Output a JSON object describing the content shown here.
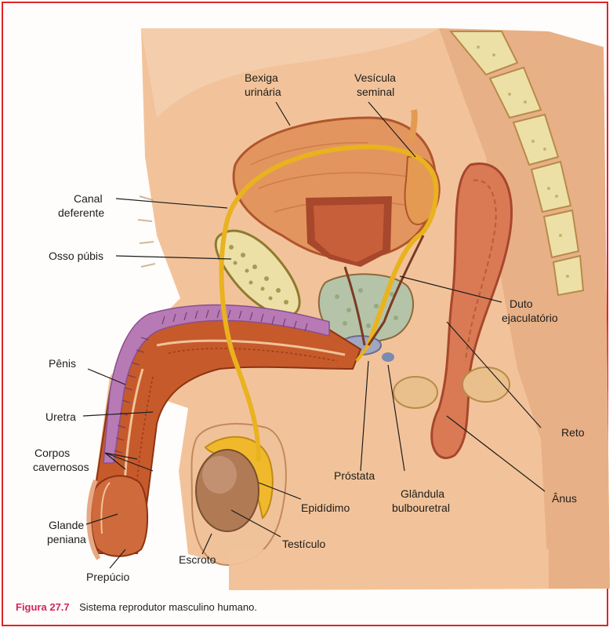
{
  "labels": {
    "bladder": [
      "Bexiga",
      "urinária"
    ],
    "seminal": [
      "Vesícula",
      "seminal"
    ],
    "vas": [
      "Canal",
      "deferente"
    ],
    "pubis": "Osso púbis",
    "ejac": [
      "Duto",
      "ejaculatório"
    ],
    "penis": "Pênis",
    "urethra": "Uretra",
    "cavernosa": [
      "Corpos",
      "cavernosos"
    ],
    "rectum": "Reto",
    "prostate": "Próstata",
    "bulbo": [
      "Glândula",
      "bulbouretral"
    ],
    "anus": "Ânus",
    "epid": "Epidídimo",
    "glans": [
      "Glande",
      "peniana"
    ],
    "testis": "Testículo",
    "scrotum": "Escroto",
    "prepuce": "Prepúcio"
  },
  "caption": {
    "figure": "Figura 27.7",
    "text": "Sistema reprodutor masculino humano."
  },
  "colors": {
    "frame": "#e0242a",
    "skin": "#f2c39a",
    "tissue": "#e8a77a",
    "bladder": "#e3955f",
    "duct": "#e9b21f",
    "erectile": "#c65a2a",
    "purple": "#b87ab5",
    "bone": "#ece0a6",
    "prostate": "#b5c3a8"
  }
}
